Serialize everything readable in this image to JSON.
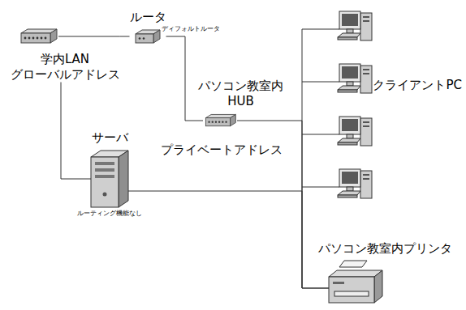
{
  "diagram": {
    "nodes": [
      {
        "text": [
          "学内LAN グローバルアドレス"
        ]
      },
      {
        "text": [
          "ルータ"
        ]
      },
      {
        "text": [
          "パソコン教室内 HUB"
        ]
      },
      {
        "text": [
          "サーバ",
          "ルーティング機能なし"
        ]
      },
      {
        "text": [
          "パソコン教室内プリンタ"
        ]
      }
    ],
    "edges": [
      {
        "from": 0,
        "to": 1,
        "arrow": "none"
      },
      {
        "from": 1,
        "to": 2,
        "label": "ディフォルトルータ",
        "arrow": "none"
      },
      {
        "from": 0,
        "to": 3,
        "arrow": "none"
      },
      {
        "from": 2,
        "to": 4,
        "arrow": "none"
      },
      {
        "from": 3,
        "to": 4,
        "arrow": "none"
      }
    ],
    "labels": [
      "プライベートアドレス",
      "クライアントPC"
    ]
  }
}
